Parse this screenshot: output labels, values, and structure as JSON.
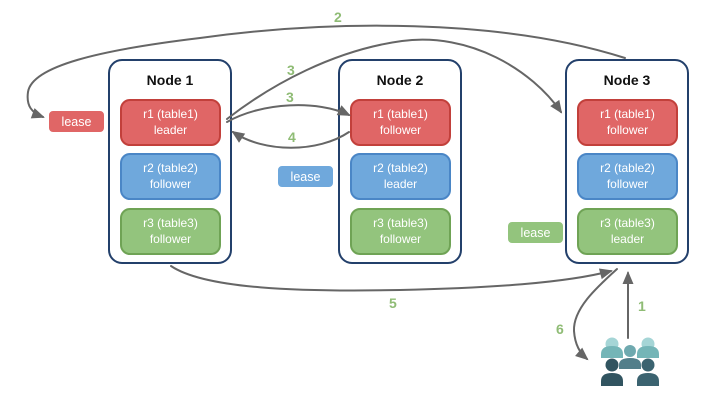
{
  "diagram": {
    "type": "distributed-database-replication-flow",
    "nodes": [
      {
        "title": "Node 1",
        "replicas": [
          {
            "name": "r1 (table1)",
            "role": "leader",
            "color": "#e06666"
          },
          {
            "name": "r2 (table2)",
            "role": "follower",
            "color": "#6fa8dc"
          },
          {
            "name": "r3 (table3)",
            "role": "follower",
            "color": "#93c47d"
          }
        ]
      },
      {
        "title": "Node 2",
        "replicas": [
          {
            "name": "r1 (table1)",
            "role": "follower",
            "color": "#e06666"
          },
          {
            "name": "r2 (table2)",
            "role": "leader",
            "color": "#6fa8dc"
          },
          {
            "name": "r3 (table3)",
            "role": "follower",
            "color": "#93c47d"
          }
        ]
      },
      {
        "title": "Node 3",
        "replicas": [
          {
            "name": "r1 (table1)",
            "role": "follower",
            "color": "#e06666"
          },
          {
            "name": "r2 (table2)",
            "role": "follower",
            "color": "#6fa8dc"
          },
          {
            "name": "r3 (table3)",
            "role": "leader",
            "color": "#93c47d"
          }
        ]
      }
    ],
    "leases": [
      {
        "label": "lease",
        "color": "#e06666",
        "near": "Node 1"
      },
      {
        "label": "lease",
        "color": "#6fa8dc",
        "near": "Node 2"
      },
      {
        "label": "lease",
        "color": "#93c47d",
        "near": "Node 3"
      }
    ],
    "steps": {
      "s1": "1",
      "s2": "2",
      "s3a": "3",
      "s3b": "3",
      "s4": "4",
      "s5": "5",
      "s6": "6"
    },
    "icons": {
      "users": "users-group-icon"
    },
    "colors": {
      "arrow": "#666666",
      "step_label": "#8fbc75",
      "node_border": "#23406b",
      "users_light": "#a5d5d6",
      "users_mid": "#74b5b7",
      "users_dark": "#315460"
    }
  }
}
